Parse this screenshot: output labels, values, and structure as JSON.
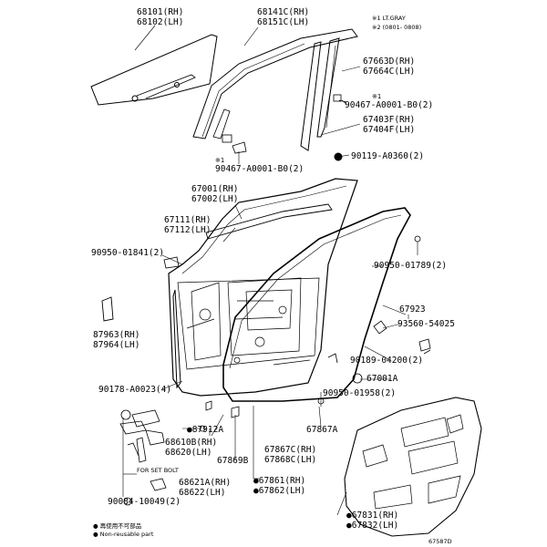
{
  "header_notes": {
    "color_note": "※1 LT.GRAY",
    "date_note": "※2 (0801-   0808)"
  },
  "labels": {
    "p68101": "68101(RH)",
    "p68102": "68102(LH)",
    "p68141C": "68141C(RH)",
    "p68151C": "68151C(LH)",
    "p67663D": "67663D(RH)",
    "p67664C": "67664C(LH)",
    "mark1_top": "※1",
    "p90467_top": "90467-A0001-B0(2)",
    "p67403F": "67403F(RH)",
    "p67404F": "67404F(LH)",
    "p90119": "90119-A0360(2)",
    "mark1_left": "※1",
    "p90467_left": "90467-A0001-B0(2)",
    "p67001": "67001(RH)",
    "p67002": "67002(LH)",
    "p67111": "67111(RH)",
    "p67112": "67112(LH)",
    "p90950_01841": "90950-01841(2)",
    "p90950_01789": "90950-01789(2)",
    "p67923": "67923",
    "p93560": "93560-54025",
    "p87963": "87963(RH)",
    "p87964": "87964(LH)",
    "p90189": "90189-04200(2)",
    "p67001A": "67001A",
    "p90178": "90178-A0023(4)",
    "p90950_01958": "90950-01958(2)",
    "p67867A": "67867A",
    "p87912A": "●87912A",
    "p68610B": "68610B(RH)",
    "p68620": "68620(LH)",
    "p67869B": "67869B",
    "p67867C": "67867C(RH)",
    "p67868C": "67868C(LH)",
    "for_set_bolt": "FOR SET BOLT",
    "p68621A": "68621A(RH)",
    "p68622": "68622(LH)",
    "p90084": "90084-10049(2)",
    "p67861": "●67861(RH)",
    "p67862": "●67862(LH)",
    "p67831": "●67831(RH)",
    "p67832": "●67832(LH)",
    "legend_jp": "● 再使用不可部品",
    "legend_en": "● Non-reusable part",
    "figure_code": "67587D"
  }
}
